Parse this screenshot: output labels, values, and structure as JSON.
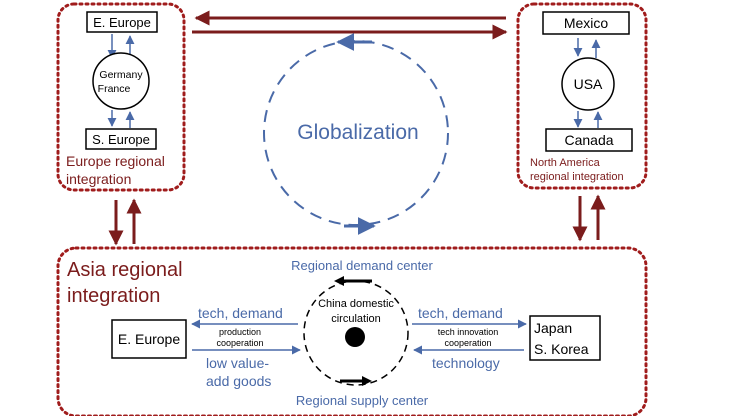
{
  "globalization": {
    "label": "Globalization"
  },
  "europe": {
    "east": "E. Europe",
    "core": [
      "Germany",
      "France"
    ],
    "south": "S. Europe",
    "region_label": [
      "Europe regional",
      "integration"
    ]
  },
  "north_america": {
    "north": "Mexico",
    "core": "USA",
    "south": "Canada",
    "region_label": [
      "North America",
      "regional integration"
    ]
  },
  "asia": {
    "region_label": [
      "Asia regional",
      "integration"
    ],
    "demand_center": "Regional demand center",
    "supply_center": "Regional supply center",
    "china": [
      "China domestic",
      "circulation"
    ],
    "left_partner": "E. Europe",
    "right_partner": [
      "Japan",
      "S. Korea"
    ],
    "left_top_label": "tech, demand",
    "left_mid_label": [
      "production",
      "cooperation"
    ],
    "left_bottom_label": [
      "low value-",
      "add goods"
    ],
    "right_top_label": "tech, demand",
    "right_mid_label": [
      "tech innovation",
      "cooperation"
    ],
    "right_bottom_label": "technology"
  },
  "colors": {
    "dark_red": "#7b1c1c",
    "blue": "#4a6aa8",
    "black": "#000000"
  }
}
